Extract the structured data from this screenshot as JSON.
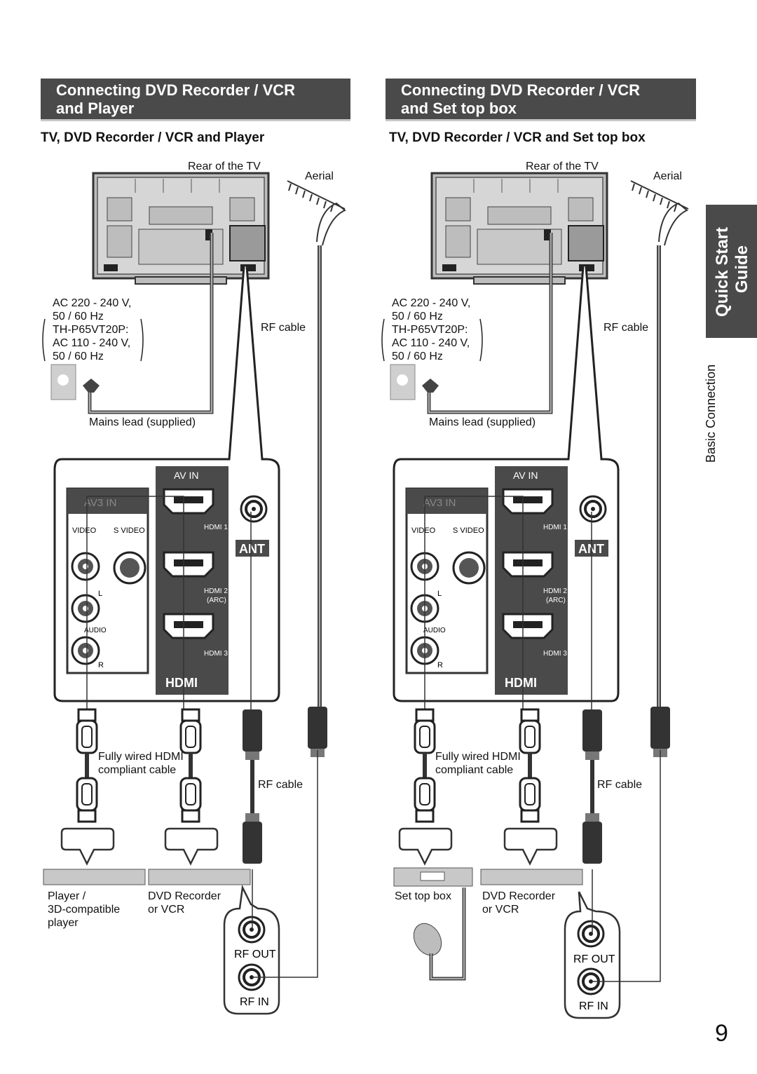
{
  "left": {
    "banner_line1": "Connecting DVD Recorder / VCR",
    "banner_line2": "and Player",
    "subheading": "TV, DVD Recorder / VCR and Player",
    "rear_label": "Rear of the TV",
    "aerial_label": "Aerial",
    "ac_line1": "AC 220 - 240 V,",
    "ac_line2": "50 / 60 Hz",
    "ac_line3": "TH-P65VT20P:",
    "ac_line4": "AC 110 - 240 V,",
    "ac_line5": "50 / 60 Hz",
    "rf_cable_top": "RF cable",
    "mains_lead": "Mains lead (supplied)",
    "hdmi_cable_line1": "Fully wired HDMI",
    "hdmi_cable_line2": "compliant cable",
    "rf_cable_bottom": "RF cable",
    "device1_line1": "Player /",
    "device1_line2": "3D-compatible",
    "device1_line3": "player",
    "device2_line1": "DVD Recorder",
    "device2_line2": "or VCR",
    "rf_out": "RF OUT",
    "rf_in": "RF IN"
  },
  "right": {
    "banner_line1": "Connecting DVD Recorder / VCR",
    "banner_line2": "and Set top box",
    "subheading": "TV, DVD Recorder / VCR and Set top box",
    "rear_label": "Rear of the TV",
    "aerial_label": "Aerial",
    "ac_line1": "AC 220 - 240 V,",
    "ac_line2": "50 / 60 Hz",
    "ac_line3": "TH-P65VT20P:",
    "ac_line4": "AC 110 - 240 V,",
    "ac_line5": "50 / 60 Hz",
    "rf_cable_top": "RF cable",
    "mains_lead": "Mains lead (supplied)",
    "hdmi_cable_line1": "Fully wired HDMI",
    "hdmi_cable_line2": "compliant cable",
    "rf_cable_bottom": "RF cable",
    "device1_line1": "Set top box",
    "device2_line1": "DVD Recorder",
    "device2_line2": "or VCR",
    "rf_out": "RF OUT",
    "rf_in": "RF IN"
  },
  "panel": {
    "av_in": "AV IN",
    "av3_in": "AV3 IN",
    "video": "VIDEO",
    "s_video": "S VIDEO",
    "l": "L",
    "audio": "AUDIO",
    "r": "R",
    "hdmi1": "HDMI 1",
    "hdmi2": "HDMI 2",
    "arc": "(ARC)",
    "hdmi3": "HDMI 3",
    "hdmi_logo": "HDMI",
    "ant": "ANT"
  },
  "side": {
    "tab_line1": "Quick Start",
    "tab_line2": "Guide",
    "section": "Basic Connection"
  },
  "page_number": "9",
  "colors": {
    "banner": "#4a4a4a",
    "panel_dark": "#4a4a4a",
    "tv_gray": "#bdbdbd"
  }
}
